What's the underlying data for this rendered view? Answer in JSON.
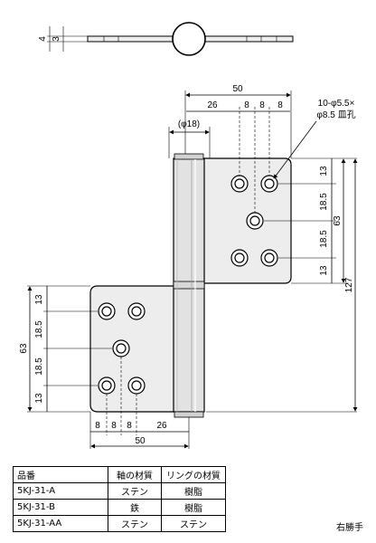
{
  "dims": {
    "top_thickness_outer": "4",
    "top_thickness_inner": "3",
    "right_width": "50",
    "right_offset": "26",
    "right_pitch_1": "8",
    "right_pitch_2": "8",
    "right_pitch_3": "8",
    "pin_dia": "(φ18)",
    "hole_note_1": "10-φ5.5×",
    "hole_note_2": "φ8.5 皿孔",
    "right_v_1": "13",
    "right_v_2": "18.5",
    "right_v_3": "18.5",
    "right_v_4": "13",
    "right_v_total": "63",
    "total_height": "127",
    "left_v_1": "13",
    "left_v_2": "18.5",
    "left_v_3": "18.5",
    "left_v_4": "13",
    "left_v_total": "63",
    "left_pitch_1": "8",
    "left_pitch_2": "8",
    "left_pitch_3": "8",
    "left_offset": "26",
    "left_width": "50"
  },
  "table": {
    "headers": [
      "品番",
      "軸の材質",
      "リングの材質"
    ],
    "rows": [
      [
        "5KJ-31-A",
        "ステン",
        "樹脂"
      ],
      [
        "5KJ-31-B",
        "鉄",
        "樹脂"
      ],
      [
        "5KJ-31-AA",
        "ステン",
        "ステン"
      ]
    ]
  },
  "hand_label": "右勝手"
}
